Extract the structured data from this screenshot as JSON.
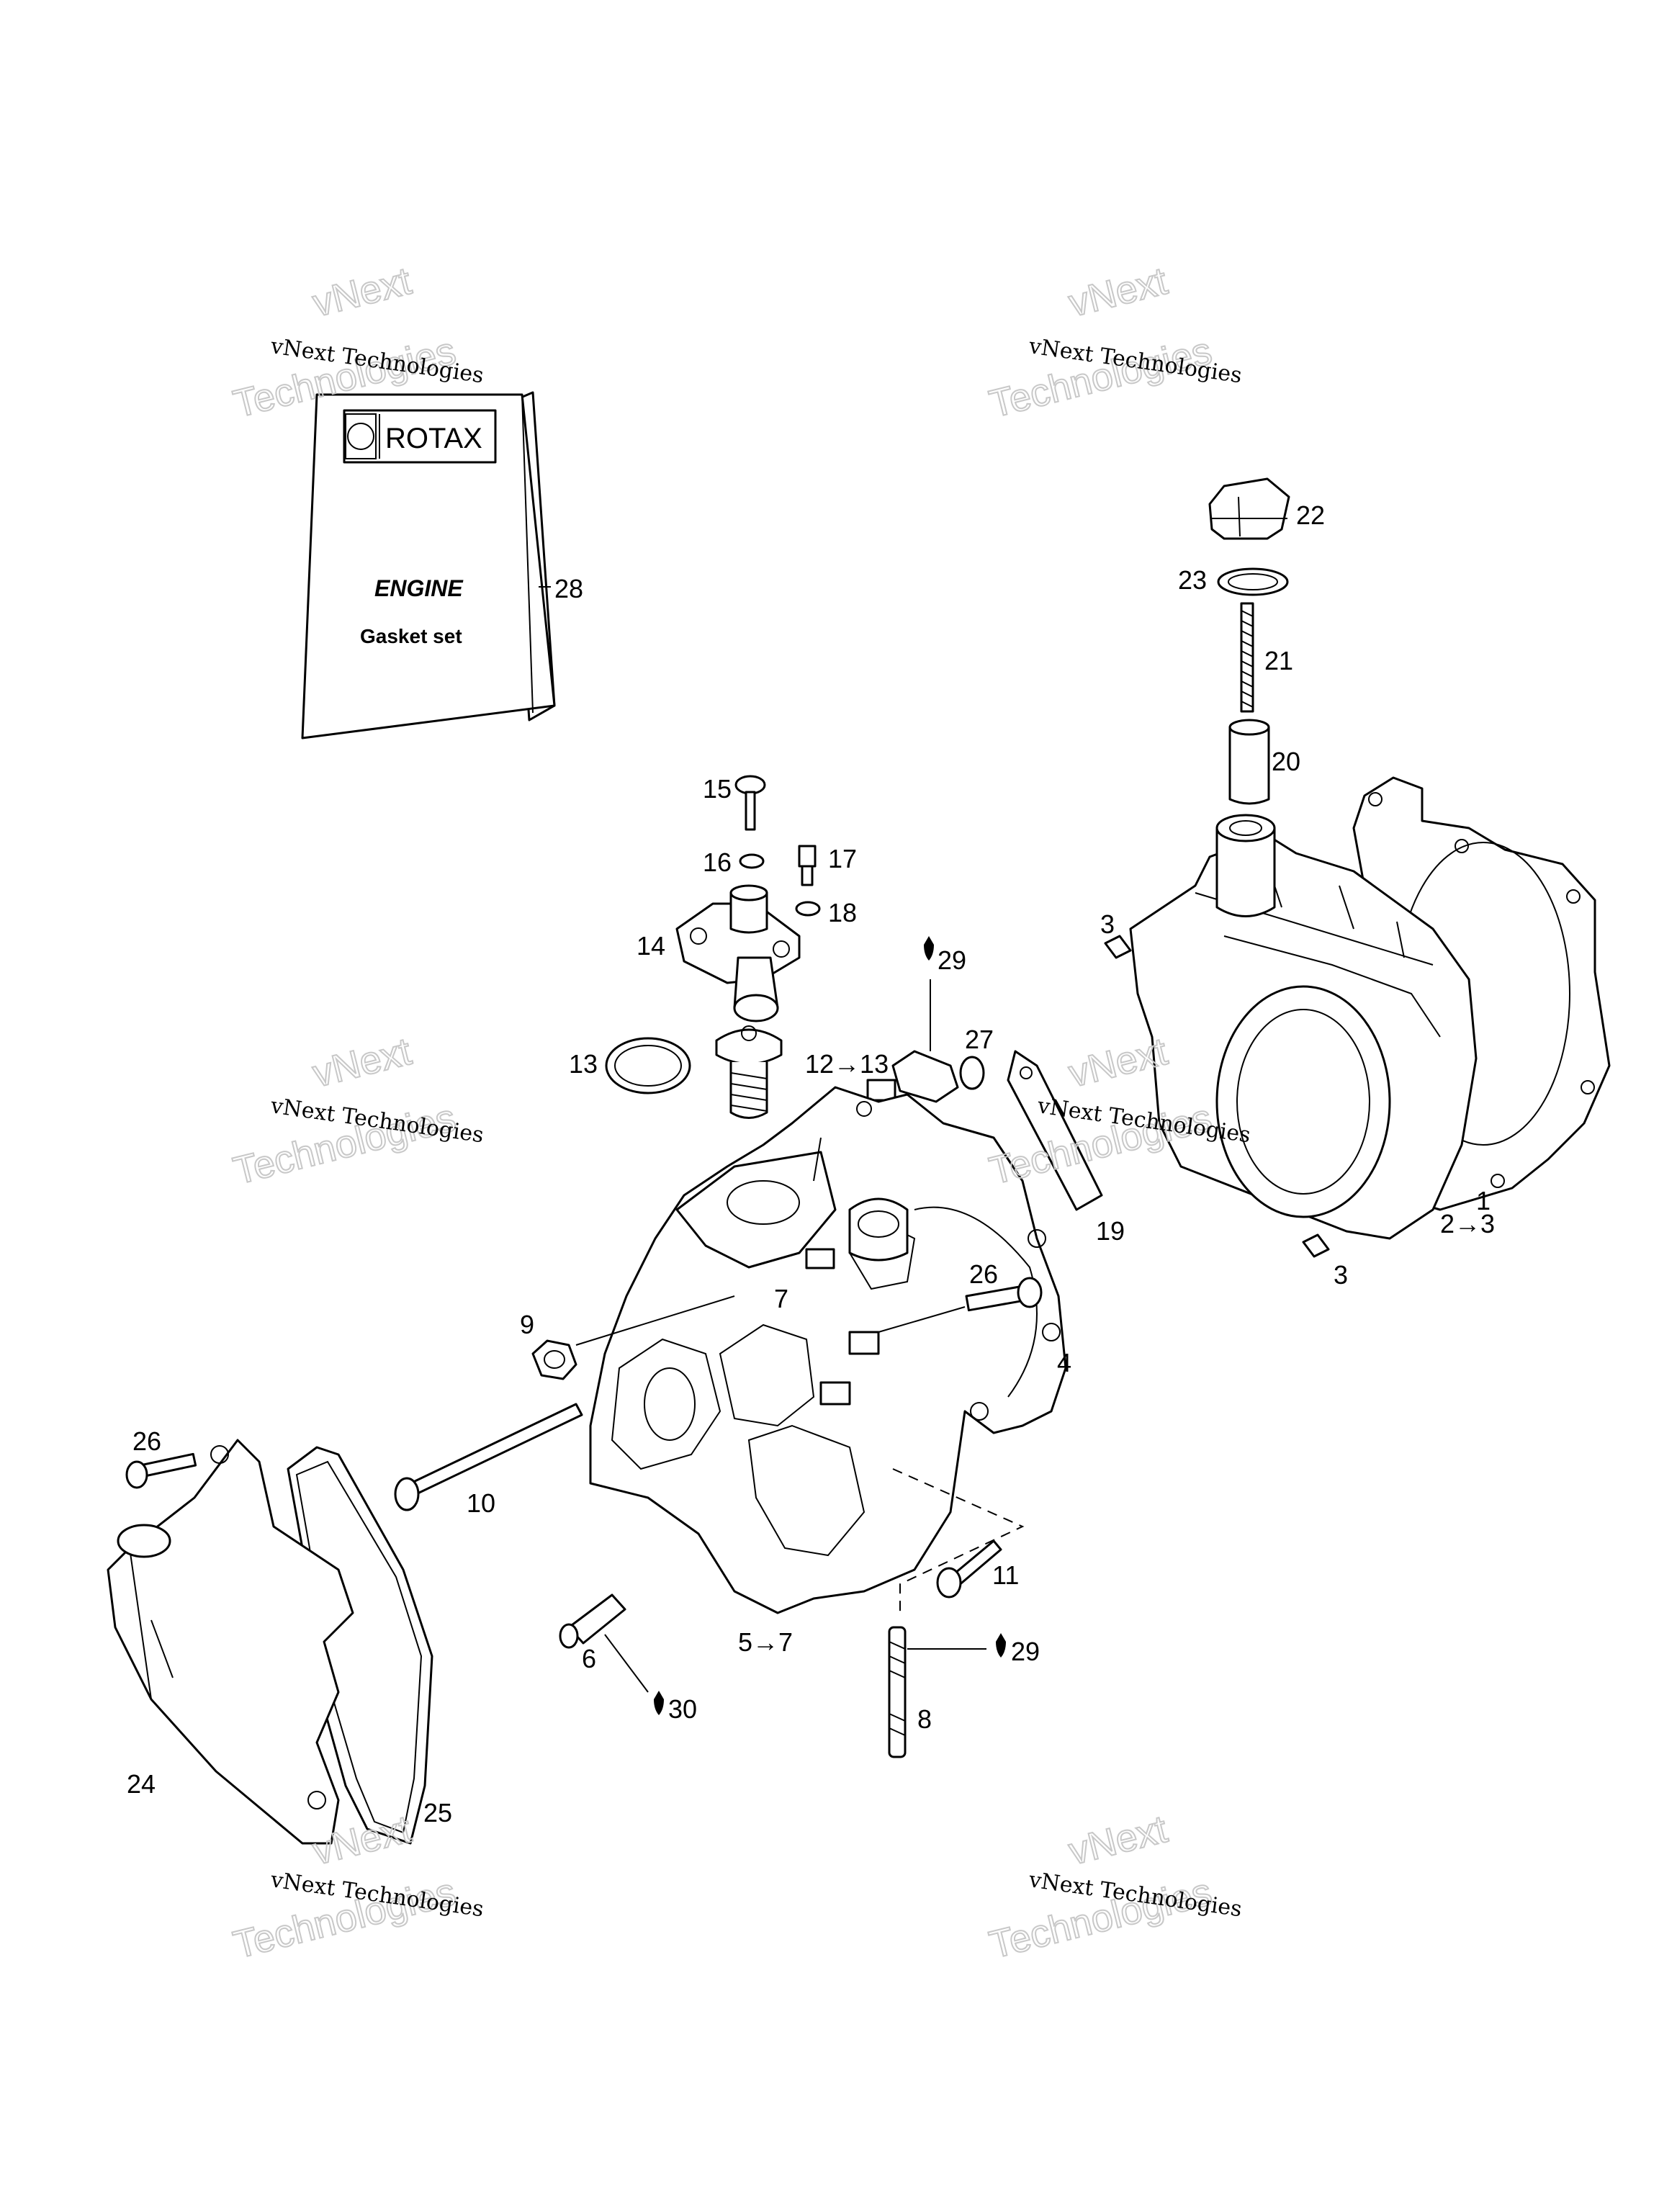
{
  "booklet": {
    "logo": "ROTAX",
    "title": "ENGINE",
    "subtitle": "Gasket set"
  },
  "watermark": {
    "line1": "vNext Technologies",
    "line2": "vNext",
    "line3": "Technologies"
  },
  "callouts": {
    "c1": "1",
    "c2_3": "2→3",
    "c3a": "3",
    "c3b": "3",
    "c4": "4",
    "c5_7": "5→7",
    "c6": "6",
    "c7": "7",
    "c8": "8",
    "c9": "9",
    "c10": "10",
    "c11": "11",
    "c12_13": "12→13",
    "c13": "13",
    "c14": "14",
    "c15": "15",
    "c16": "16",
    "c17": "17",
    "c18": "18",
    "c19": "19",
    "c20": "20",
    "c21": "21",
    "c22": "22",
    "c23": "23",
    "c24": "24",
    "c25": "25",
    "c26a": "26",
    "c26b": "26",
    "c27": "27",
    "c28": "28",
    "c29a": "29",
    "c29b": "29",
    "c30": "30"
  }
}
